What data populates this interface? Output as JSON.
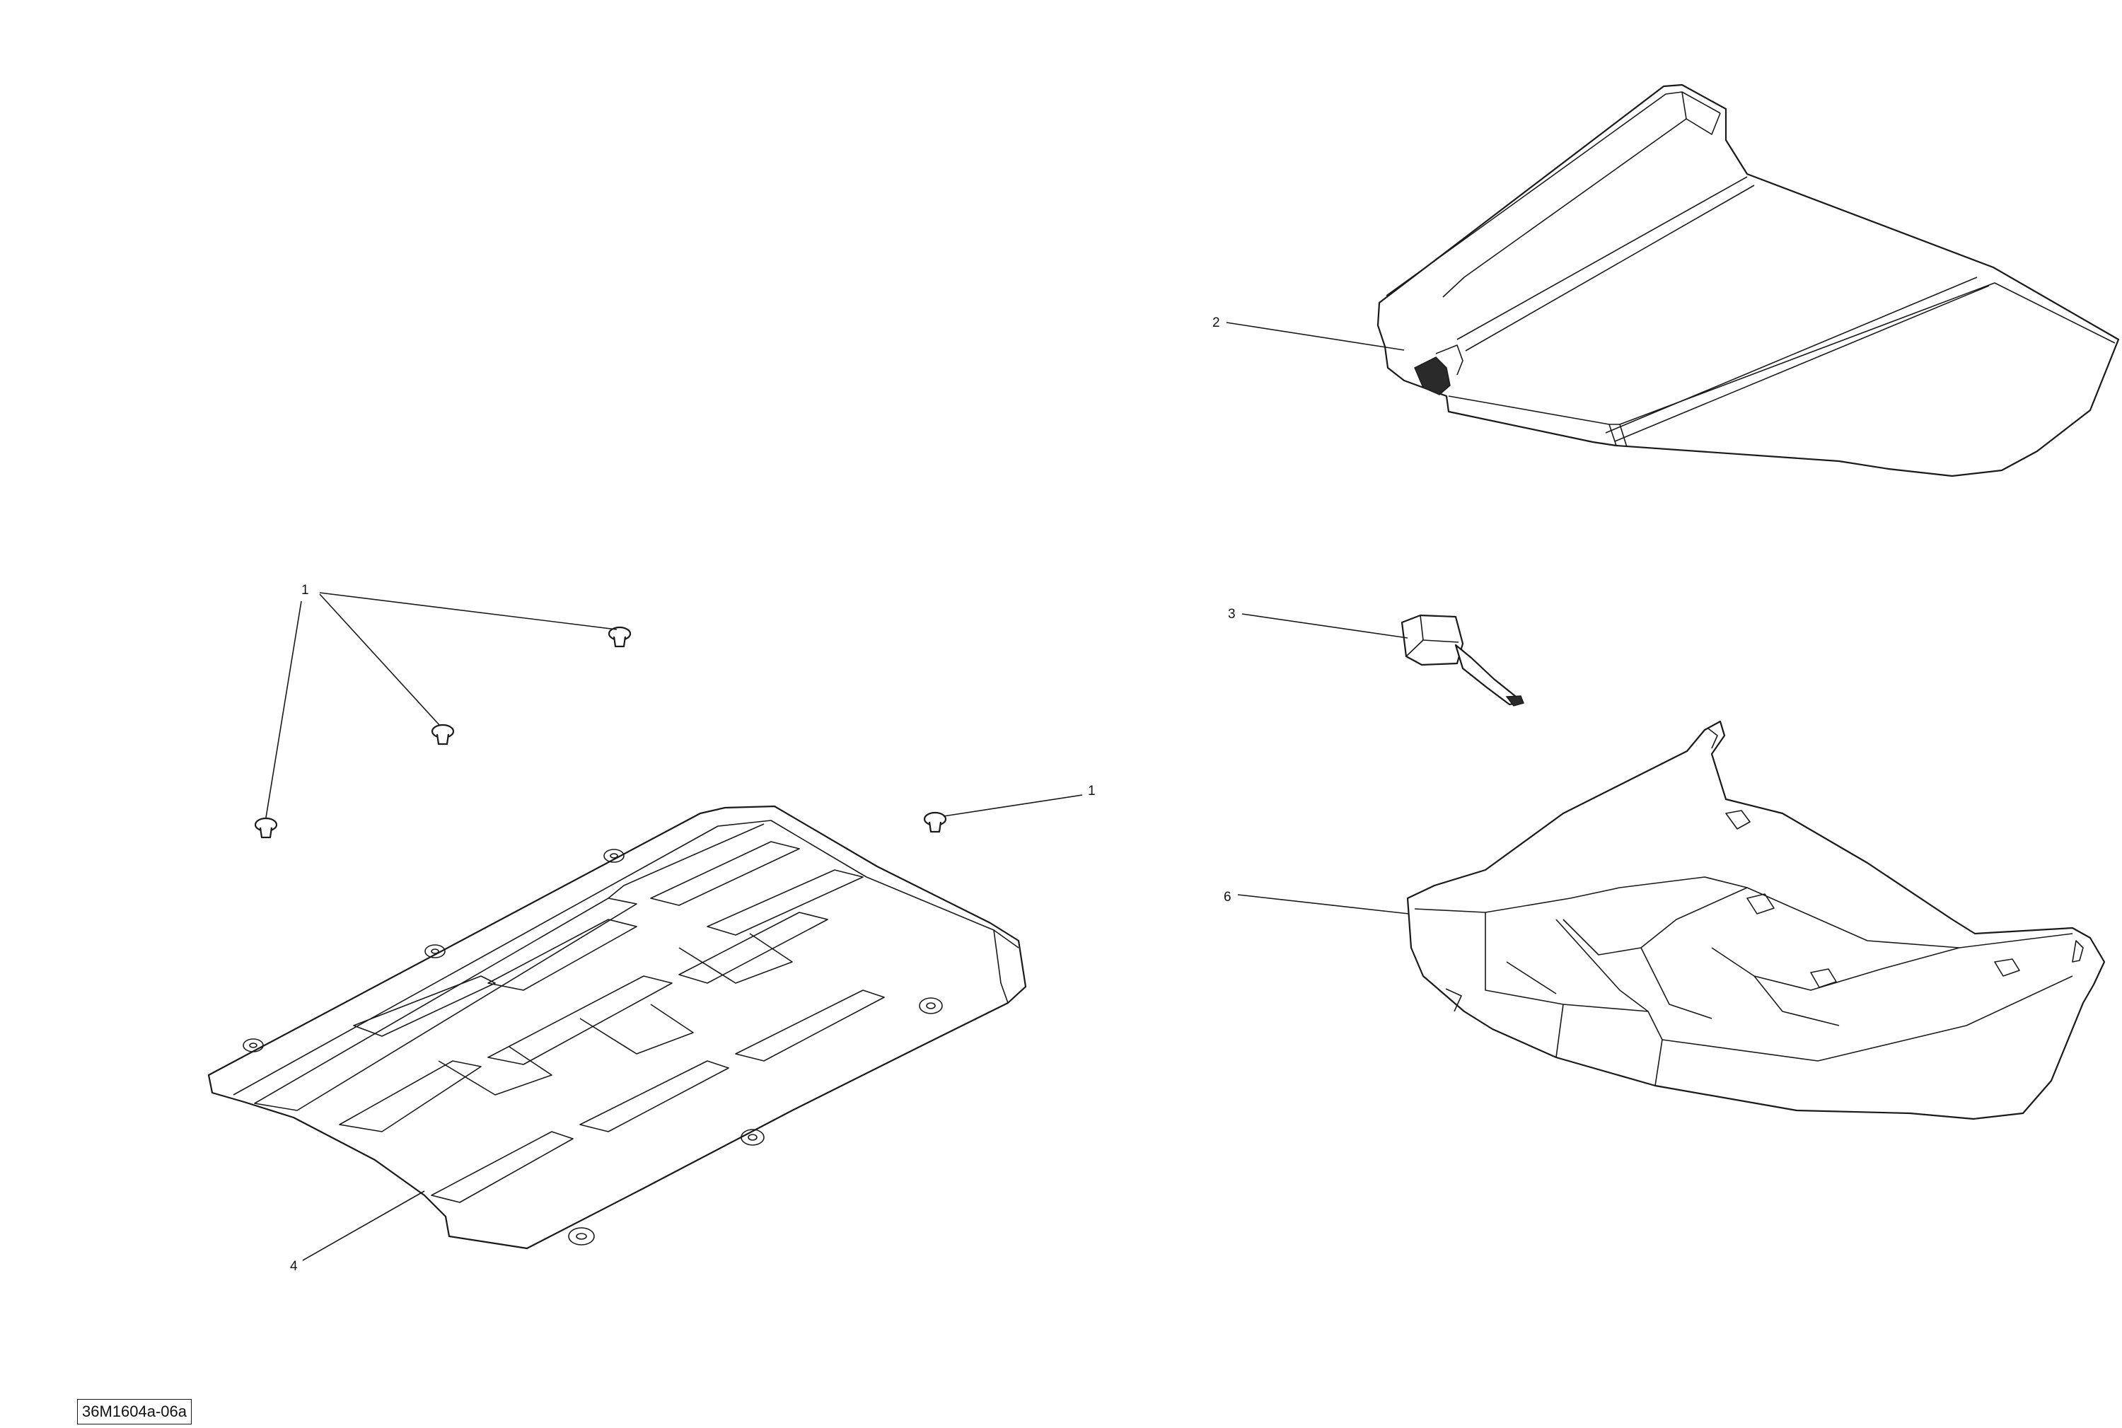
{
  "diagram": {
    "reference_code": "36M1604a-06a",
    "callouts": [
      {
        "number": "1",
        "part": "push-in-rivet"
      },
      {
        "number": "2",
        "part": "upper-panel"
      },
      {
        "number": "3",
        "part": "latch-clip"
      },
      {
        "number": "4",
        "part": "lower-protection-plate"
      },
      {
        "number": "6",
        "part": "lower-tray-housing"
      }
    ]
  }
}
